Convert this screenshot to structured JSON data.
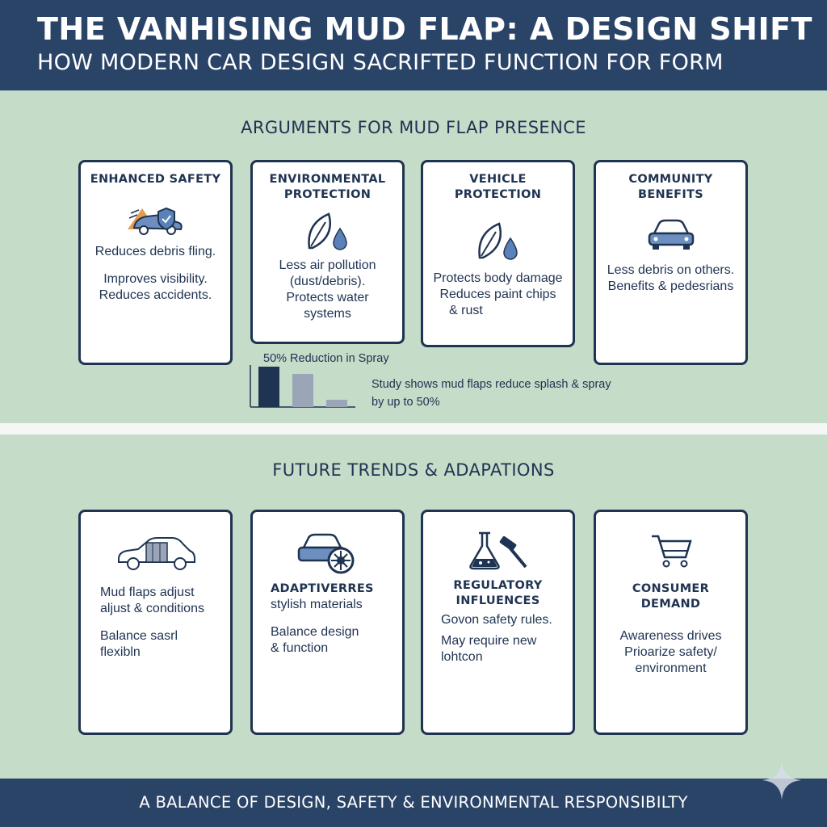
{
  "header": {
    "title": "THE VANHISING MUD FLAP: A DESIGN SHIFT",
    "subtitle": "HOW MODERN CAR DESIGN SACRIFTED FUNCTION FOR FORM"
  },
  "arguments": {
    "title": "ARGUMENTS FOR MUD FLAP PRESENCE",
    "cards": [
      {
        "title": [
          "ENHANCED SAFETY"
        ],
        "icon": "car-shield-icon",
        "groups": [
          [
            "Reduces debris fling."
          ],
          [
            "Improves visibility.",
            "Reduces accidents."
          ]
        ]
      },
      {
        "title": [
          "ENVIRONMENTAL",
          "PROTECTION"
        ],
        "icon": "leaf-drop-icon",
        "groups": [
          [
            "Less air pollution",
            "(dust/debris).",
            "Protects water systems"
          ]
        ]
      },
      {
        "title": [
          "VEHICLE PROTECTION"
        ],
        "icon": "leaf-drop-icon",
        "groups": [
          [
            "Protects body damage",
            "Reduces paint chips",
            "& rust"
          ]
        ]
      },
      {
        "title": [
          "COMMUNITY BENEFITS"
        ],
        "icon": "car-icon",
        "groups": [
          [
            "Less debris on others.",
            "Benefits & pedesrians"
          ]
        ]
      }
    ]
  },
  "chart_data": {
    "type": "bar",
    "title": "50% Reduction in Spray",
    "note": [
      "Study shows mud flaps reduce splash & spray",
      "by up to 50%"
    ],
    "values": [
      100,
      82,
      18
    ],
    "colors": [
      "#1f3352",
      "#9aa6b8",
      "#9aa6b8"
    ]
  },
  "trends": {
    "title": "FUTURE TRENDS & ADAPATIONS",
    "cards": [
      {
        "title": [],
        "icon": "car-flap-icon",
        "groups": [
          [
            "Mud flaps adjust",
            "aljust & conditions"
          ],
          [
            "Balance sasrl",
            "flexibln"
          ]
        ]
      },
      {
        "title": [],
        "icon": "car-wheel-icon",
        "groups": [
          [
            "ADAPTIVERRES",
            "stylish materials"
          ],
          [
            "Balance design",
            "& function"
          ]
        ]
      },
      {
        "title": [
          "REGULATORY",
          "INFLUENCES"
        ],
        "icon": "flask-gavel-icon",
        "groups": [
          [
            "Govon safety rules."
          ],
          [
            "May require new",
            "lohtcon"
          ]
        ]
      },
      {
        "title": [
          "CONSUMER",
          "DEMAND"
        ],
        "icon": "cart-icon",
        "groups": [
          [
            "Awareness drives",
            "Prioarize safety/",
            "environment"
          ]
        ]
      }
    ]
  },
  "footer": {
    "text": "A BALANCE OF DESIGN, SAFETY & ENVIRONMENTAL RESPONSIBILTY"
  },
  "colors": {
    "navy": "#2a4468",
    "ink": "#1f3352",
    "sage": "#c4dcc8",
    "accent": "#e08a30",
    "drop": "#5b82b8"
  }
}
